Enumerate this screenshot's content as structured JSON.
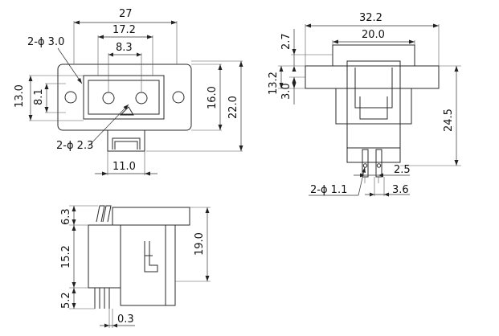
{
  "front_view": {
    "overall_width": "27",
    "inner_width": "17.2",
    "pin_spacing": "8.3",
    "mount_hole_note": "2-ϕ 3.0",
    "height_left": "13.0",
    "height_inner": "8.1",
    "height_right": "16.0",
    "overall_height": "22.0",
    "pin_note": "2-ϕ 2.3",
    "bottom_width": "11.0"
  },
  "side_view_right": {
    "overall_width": "32.2",
    "inner_width": "20.0",
    "top_offset": "2.7",
    "flange_height": "13.2",
    "flange_thickness": "3.0",
    "overall_height": "24.5",
    "pin_note": "2-ϕ 1.1",
    "pin_spacing": "2.5",
    "pin_width": "3.6"
  },
  "side_view_bottom": {
    "top_height": "6.3",
    "mid_height": "15.2",
    "lead_height": "5.2",
    "body_height": "19.0",
    "lead_thickness": "0.3"
  }
}
